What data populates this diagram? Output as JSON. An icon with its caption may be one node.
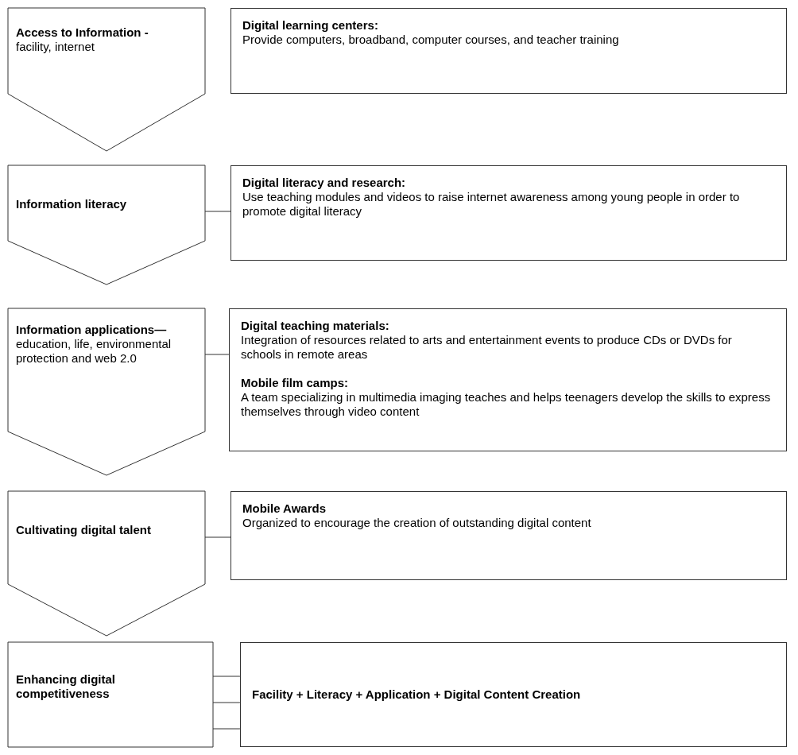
{
  "diagram": {
    "nodes": [
      {
        "text": [
          "Access to Information -",
          "facility, internet"
        ]
      },
      {
        "text": [
          "Digital learning centers:",
          "Provide computers, broadband, computer courses, and teacher training"
        ]
      },
      {
        "text": [
          "Information literacy"
        ]
      },
      {
        "text": [
          "Digital literacy and research:",
          "Use teaching modules and videos to raise internet awareness among young people in order to promote digital literacy"
        ]
      },
      {
        "text": [
          "Information applications—",
          "education, life, environmental protection and web 2.0"
        ]
      },
      {
        "text": [
          "Digital teaching materials:",
          "Integration of resources related to arts and entertainment events to produce CDs or DVDs for schools in remote areas",
          "Mobile film camps:",
          "A team specializing in multimedia imaging teaches and helps teenagers develop the skills to express themselves through video content"
        ]
      },
      {
        "text": [
          "Cultivating digital talent"
        ]
      },
      {
        "text": [
          "Mobile Awards",
          "Organized to encourage the creation of outstanding digital content"
        ]
      },
      {
        "text": [
          "Enhancing digital competitiveness"
        ]
      },
      {
        "text": [
          "Facility + Literacy + Application + Digital Content Creation"
        ]
      }
    ],
    "edges": [
      {
        "from": 2,
        "to": 3,
        "arrow": "none"
      },
      {
        "from": 4,
        "to": 5,
        "arrow": "none"
      },
      {
        "from": 6,
        "to": 7,
        "arrow": "none"
      },
      {
        "from": 8,
        "to": 9,
        "arrow": "none"
      },
      {
        "from": 8,
        "to": 9,
        "arrow": "none"
      },
      {
        "from": 8,
        "to": 9,
        "arrow": "none"
      }
    ]
  }
}
